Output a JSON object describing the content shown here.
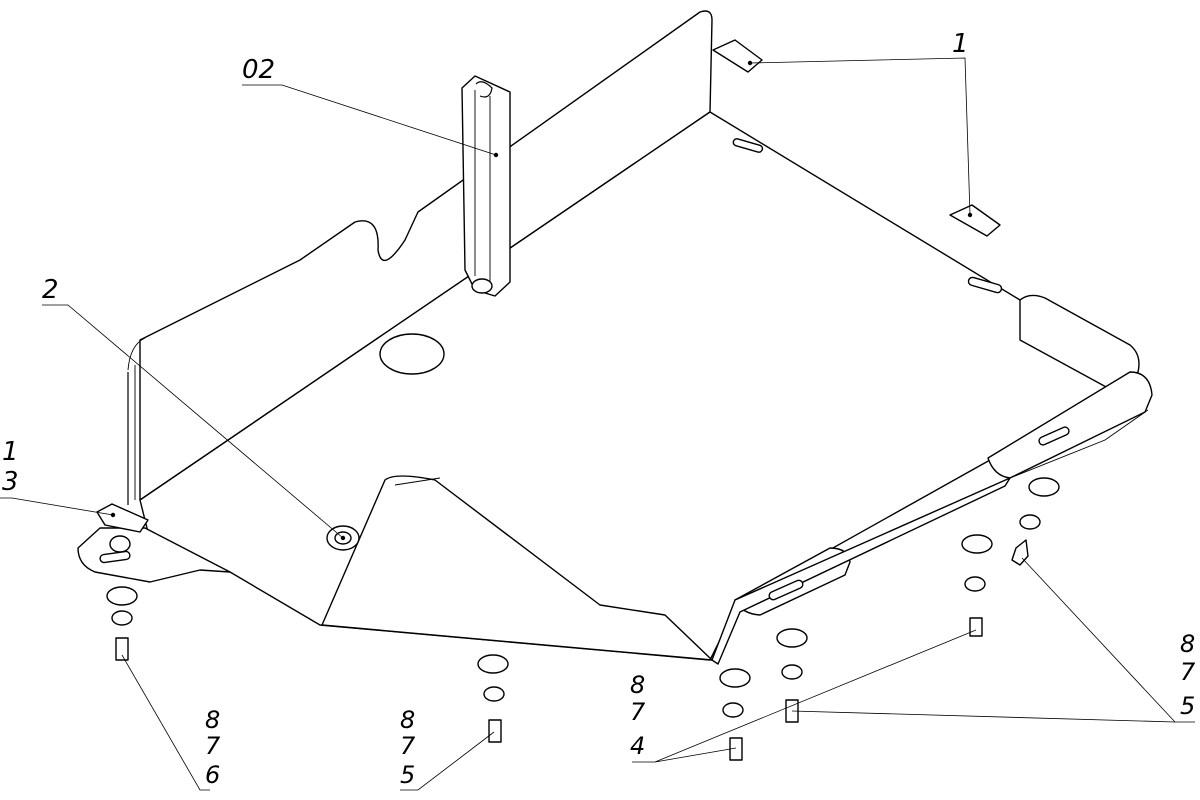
{
  "callouts": {
    "c1_top": "1",
    "c02": "02",
    "c2": "2",
    "c1_left": "1",
    "c3": "3",
    "g_left": [
      "8",
      "7",
      "6"
    ],
    "g_mid": [
      "8",
      "7",
      "5"
    ],
    "g_center": [
      "8",
      "7",
      "4"
    ],
    "g_right": [
      "8",
      "7",
      "5"
    ]
  }
}
